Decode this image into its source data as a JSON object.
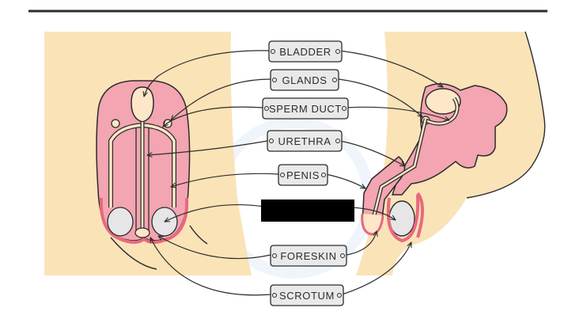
{
  "labels": {
    "bladder": "BLADDER",
    "glands": "GLANDS",
    "sperm_duct": "SPERM DUCT",
    "urethra": "URETHRA",
    "penis": "PENIS",
    "testis_hidden": "",
    "foreskin": "FORESKIN",
    "scrotum": "SCROTUM"
  },
  "colors": {
    "skin": "#fbe3b8",
    "organ_pink": "#f3a5b1",
    "organ_dark_pink": "#e8697e",
    "cream": "#fde7c8",
    "testis_grey": "#e6e6e6",
    "label_fill": "#e9e9e9",
    "line": "#2b2b2b",
    "redaction": "#000000"
  }
}
